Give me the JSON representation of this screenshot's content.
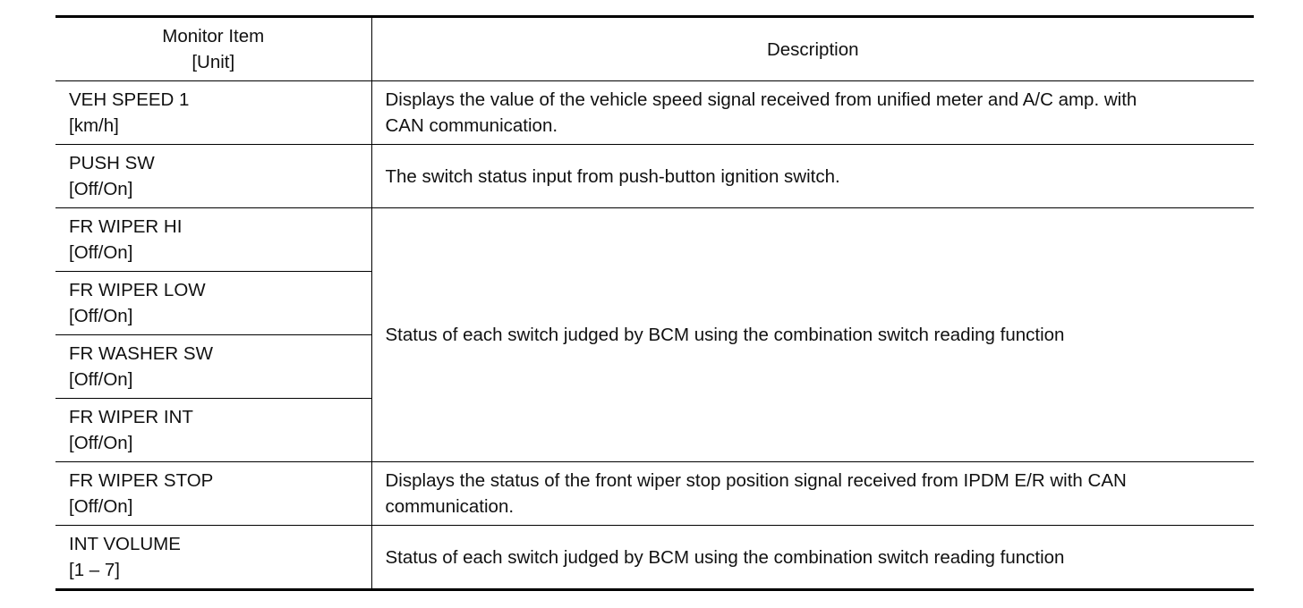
{
  "table": {
    "header": {
      "item_line1": "Monitor Item",
      "item_line2": "[Unit]",
      "description": "Description"
    },
    "rows": [
      {
        "name": "VEH SPEED 1",
        "unit": "[km/h]",
        "desc_line1": "Displays the value of the vehicle speed signal received from unified meter and A/C amp. with",
        "desc_line2": "CAN communication."
      },
      {
        "name": "PUSH SW",
        "unit": "[Off/On]",
        "desc": "The switch status input from push-button ignition switch."
      },
      {
        "name": "FR WIPER HI",
        "unit": "[Off/On]"
      },
      {
        "name": "FR WIPER LOW",
        "unit": "[Off/On]"
      },
      {
        "name": "FR WASHER SW",
        "unit": "[Off/On]"
      },
      {
        "name": "FR WIPER INT",
        "unit": "[Off/On]"
      },
      {
        "name": "FR WIPER STOP",
        "unit": "[Off/On]",
        "desc_line1": "Displays the status of the front wiper stop position signal received from IPDM E/R with CAN",
        "desc_line2": "communication."
      },
      {
        "name": "INT VOLUME",
        "unit": "[1 – 7]",
        "desc": "Status of each switch judged by BCM using the combination switch reading function"
      }
    ],
    "merged_desc": "Status of each switch judged by BCM using the combination switch reading function"
  }
}
